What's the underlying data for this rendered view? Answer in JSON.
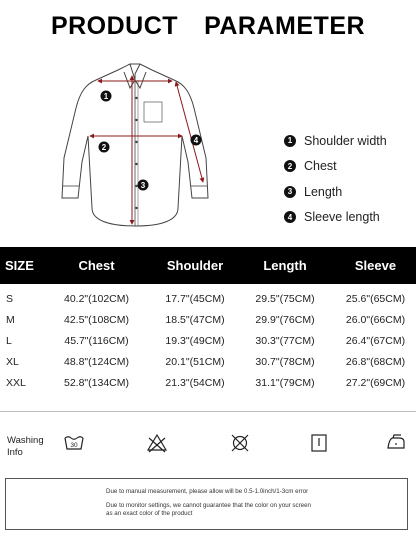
{
  "title": {
    "word1": "PRODUCT",
    "word2": "PARAMETER"
  },
  "legend": [
    {
      "num": "1",
      "label": "Shoulder width"
    },
    {
      "num": "2",
      "label": "Chest"
    },
    {
      "num": "3",
      "label": "Length"
    },
    {
      "num": "4",
      "label": "Sleeve length"
    }
  ],
  "diagram_markers": [
    "1",
    "2",
    "3",
    "4"
  ],
  "table": {
    "headers": [
      "SIZE",
      "Chest",
      "Shoulder",
      "Length",
      "Sleeve"
    ],
    "rows": [
      [
        "S",
        "40.2\"(102CM)",
        "17.7\"(45CM)",
        "29.5\"(75CM)",
        "25.6\"(65CM)"
      ],
      [
        "M",
        "42.5\"(108CM)",
        "18.5\"(47CM)",
        "29.9\"(76CM)",
        "26.0\"(66CM)"
      ],
      [
        "L",
        "45.7\"(116CM)",
        "19.3\"(49CM)",
        "30.3\"(77CM)",
        "26.4\"(67CM)"
      ],
      [
        "XL",
        "48.8\"(124CM)",
        "20.1\"(51CM)",
        "30.7\"(78CM)",
        "26.8\"(68CM)"
      ],
      [
        "XXL",
        "52.8\"(134CM)",
        "21.3\"(54CM)",
        "31.1\"(79CM)",
        "27.2\"(69CM)"
      ]
    ]
  },
  "washing": {
    "label_line1": "Washing",
    "label_line2": "Info",
    "wash_temp": "30",
    "icons": [
      "wash-30-icon",
      "no-bleach-icon",
      "no-dry-clean-icon",
      "hang-dry-icon",
      "iron-low-icon"
    ]
  },
  "note": {
    "line1": "Due to manual measurement, please allow will be 0.5-1.0inch/1-3cm error",
    "line2": "Due to monitor settings, we cannot guarantee that the color on your screen",
    "line3": "as an exact color of the product"
  },
  "colors": {
    "accent": "#8b1a1a",
    "header_bg": "#000000"
  }
}
